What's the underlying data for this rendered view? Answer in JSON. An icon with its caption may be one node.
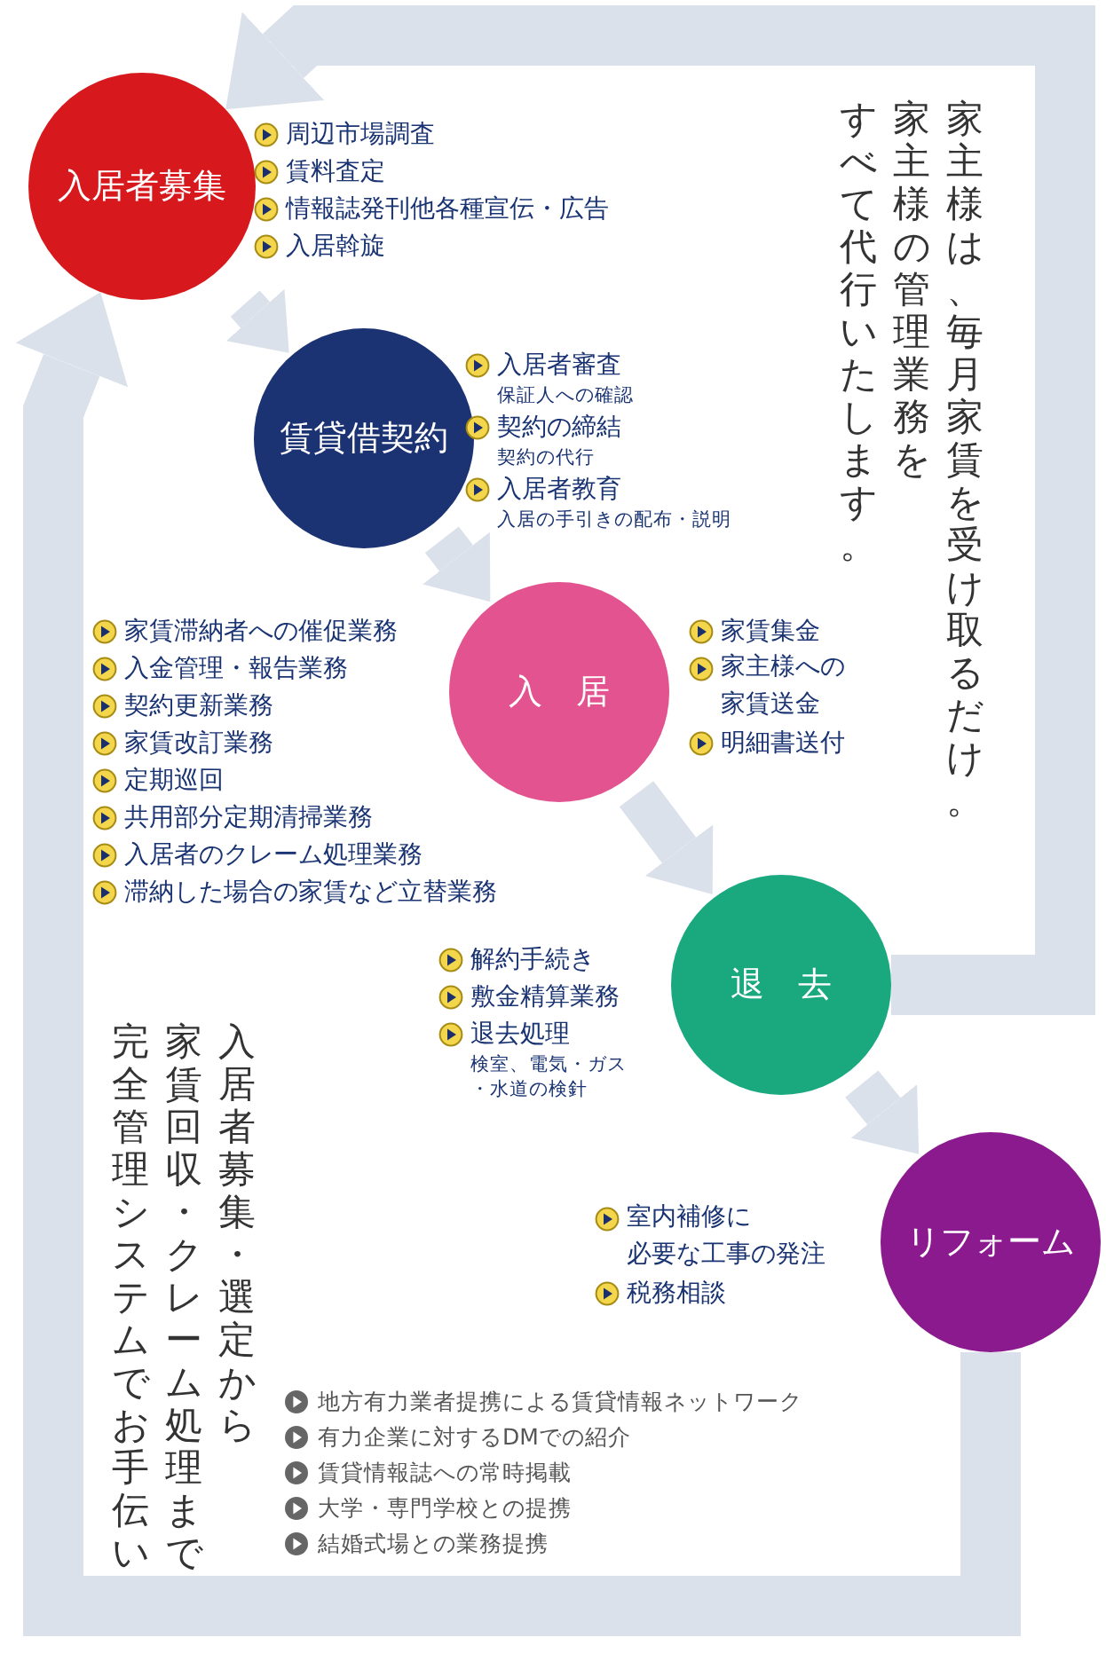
{
  "diagram": {
    "nodes": [
      {
        "text": [
          "入居者募集"
        ],
        "beside": [
          "周辺市場調査",
          "賃料査定",
          "情報誌発刊他各種宣伝・広告",
          "入居斡旋"
        ]
      },
      {
        "text": [
          "賃貸借契約"
        ],
        "beside": [
          "入居者審査",
          "保証人への確認",
          "契約の締結",
          "契約の代行",
          "入居者教育",
          "入居の手引きの配布・説明"
        ]
      },
      {
        "text": [
          "入　居"
        ],
        "beside": [
          "家賃滞納者への催促業務",
          "入金管理・報告業務",
          "契約更新業務",
          "家賃改訂業務",
          "定期巡回",
          "共用部分定期清掃業務",
          "入居者のクレーム処理業務",
          "滞納した場合の家賃など立替業務",
          "家賃集金",
          "家主様への家賃送金",
          "明細書送付"
        ]
      },
      {
        "text": [
          "退　去"
        ],
        "beside": [
          "解約手続き",
          "敷金精算業務",
          "退去処理",
          "検室、電気・ガス・水道の検針"
        ]
      },
      {
        "text": [
          "リフォーム"
        ],
        "beside": [
          "室内補修に必要な工事の発注",
          "税務相談"
        ]
      }
    ],
    "edges": [
      {
        "from": 0,
        "to": 1,
        "arrow": "to"
      },
      {
        "from": 1,
        "to": 2,
        "arrow": "to"
      },
      {
        "from": 2,
        "to": 3,
        "arrow": "to"
      },
      {
        "from": 3,
        "to": 4,
        "arrow": "to"
      },
      {
        "from": 3,
        "to": 0,
        "arrow": "to"
      },
      {
        "from": 4,
        "to": 0,
        "arrow": "to"
      }
    ],
    "labels": [
      "家主様は、毎月家賃を受け取るだけ。",
      "家主様の管理業務を",
      "すべて代行いたします。",
      "入居者募集・選定から",
      "家賃回収・クレーム処理まで",
      "完全管理システムでお手伝い",
      "地方有力業者提携による賃貸情報ネットワーク",
      "有力企業に対するDMでの紹介",
      "賃貸情報誌への常時掲載",
      "大学・専門学校との提携",
      "結婚式場との業務提携"
    ]
  }
}
